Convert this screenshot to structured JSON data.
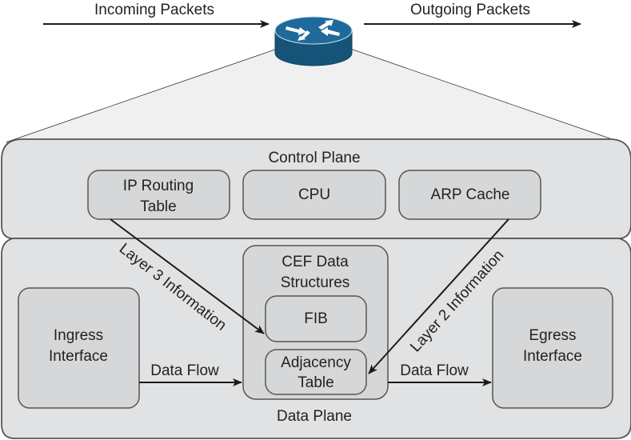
{
  "top": {
    "incoming_label": "Incoming Packets",
    "outgoing_label": "Outgoing Packets",
    "router_icon": "router-icon"
  },
  "control_plane": {
    "title": "Control Plane",
    "boxes": [
      {
        "line1": "IP Routing",
        "line2": "Table"
      },
      {
        "line1": "CPU"
      },
      {
        "line1": "ARP Cache"
      }
    ]
  },
  "data_plane": {
    "title": "Data Plane",
    "ingress": {
      "line1": "Ingress",
      "line2": "Interface"
    },
    "egress": {
      "line1": "Egress",
      "line2": "Interface"
    },
    "cef": {
      "line1": "CEF Data",
      "line2": "Structures",
      "fib": "FIB",
      "adjacency_line1": "Adjacency",
      "adjacency_line2": "Table"
    },
    "flow_in_label": "Data Flow",
    "flow_out_label": "Data Flow",
    "layer3_label": "Layer 3 Information",
    "layer2_label": "Layer 2 Information"
  },
  "colors": {
    "router_blue": "#1f6a9a",
    "router_dark": "#155478",
    "plane_fill": "#e1e2e3",
    "box_fill": "#d6d7d8"
  }
}
